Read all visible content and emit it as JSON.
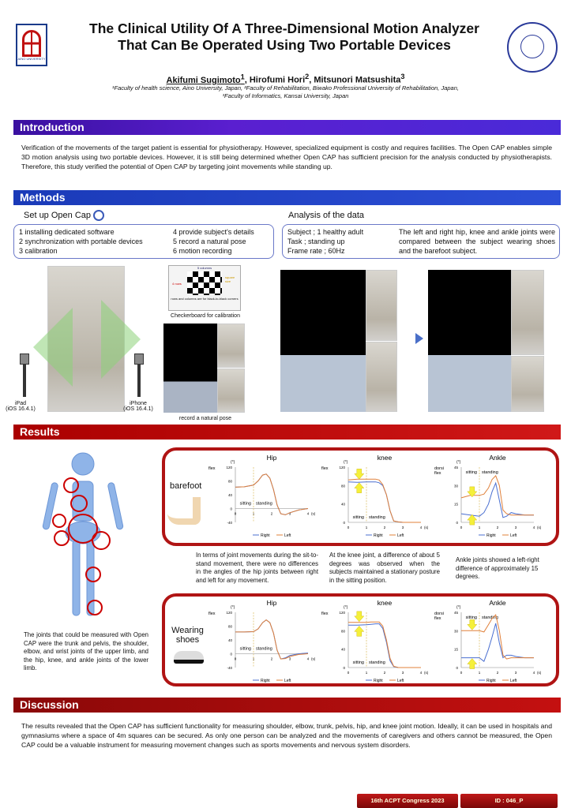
{
  "header": {
    "title_line1": "The Clinical Utility Of A Three-Dimensional Motion Analyzer",
    "title_line2": "That Can Be Operated Using Two Portable Devices",
    "left_logo_text": "AINO UNIVERSITY",
    "authors": [
      {
        "name": "Akifumi Sugimoto",
        "sup": "1"
      },
      {
        "name": "Hirofumi Hori",
        "sup": "2"
      },
      {
        "name": "Mitsunori Matsushita",
        "sup": "3"
      }
    ],
    "affiliation_line1": "¹Faculty of health science, Aino University, Japan, ²Faculty of Rehabilitation, Biwako Professional University of Rehabilitation, Japan,",
    "affiliation_line2": "³Faculty of Informatics, Kansai University, Japan"
  },
  "introduction": {
    "heading": "Introduction",
    "text": "Verification of the movements of the target patient is essential for physiotherapy. However, specialized equipment is costly and requires facilities. The Open CAP enables simple 3D motion analysis using two portable devices. However, it is still being determined whether Open CAP has sufficient precision for the analysis conducted by physiotherapists. Therefore, this study verified the potential of Open CAP by targeting joint movements while standing up."
  },
  "methods": {
    "heading": "Methods",
    "setup_title": "Set up Open Cap",
    "steps": [
      "1 installing dedicated software",
      "2 synchronization with portable devices",
      "3 calibration",
      "4 provide subject's details",
      "5 record a natural pose",
      "6 motion recording"
    ],
    "analysis_title": "Analysis of the data",
    "subject": "Subject ; 1 healthy adult",
    "task": "Task  ; standing up",
    "frame_rate": "Frame rate ; 60Hz",
    "analysis_text": "The left and right hip, knee and ankle joints were compared between the subject wearing shoes and the barefoot subject.",
    "ipad_label": "iPad",
    "ipad_os": "(iOS 16.4.1)",
    "iphone_label": "iPhone",
    "iphone_os": "(iOS 16.4.1)",
    "checker_cols": "5 columns",
    "checker_rows": "4 rows",
    "checker_square": "square size",
    "checker_note": "rows and columns are for black-to-black corners",
    "checker_caption": "Checkerboard for calibration",
    "pose_caption": "record a natural pose"
  },
  "results": {
    "heading": "Results",
    "body_text": "The joints that could be measured with Open CAP were the trunk and pelvis, the shoulder, elbow, and wrist joints of the upper limb, and the hip, knee, and ankle joints of the lower limb.",
    "barefoot_label": "barefoot",
    "shoes_label": "Wearing shoes",
    "desc_hip": "In terms of joint movements during the sit-to-stand movement, there were no differences in the angles of the hip joints between right and left for any movement.",
    "desc_knee": "At the knee joint, a difference of about 5 degrees was observed when the subjects maintained a stationary posture in the sitting position.",
    "desc_ankle": "Ankle joints showed a left-right difference of approximately 15 degrees."
  },
  "chart_data": [
    {
      "type": "line",
      "title": "Hip",
      "condition": "barefoot",
      "ylabel": "flex",
      "unit": "(°)",
      "xunit": "(s)",
      "ylim": [
        -40,
        120
      ],
      "yticks": [
        -40,
        0,
        40,
        80,
        120
      ],
      "xticks": [
        0,
        1,
        2,
        3,
        4
      ],
      "phase_labels": [
        "sitting",
        "standing"
      ],
      "x": [
        0,
        0.5,
        1,
        1.25,
        1.5,
        1.7,
        1.9,
        2.1,
        2.3,
        2.5,
        2.75,
        3,
        3.5,
        4
      ],
      "series": [
        {
          "name": "Right",
          "values": [
            62,
            63,
            68,
            80,
            97,
            100,
            88,
            55,
            10,
            -15,
            -18,
            -12,
            -4,
            0
          ]
        },
        {
          "name": "Left",
          "values": [
            62,
            63,
            68,
            80,
            97,
            100,
            88,
            55,
            10,
            -15,
            -18,
            -12,
            -4,
            0
          ]
        }
      ]
    },
    {
      "type": "line",
      "title": "knee",
      "condition": "barefoot",
      "ylabel": "flex",
      "unit": "(°)",
      "xunit": "(s)",
      "ylim": [
        0,
        120
      ],
      "yticks": [
        0,
        40,
        80,
        120
      ],
      "xticks": [
        0,
        1,
        2,
        3,
        4
      ],
      "phase_labels": [
        "sitting",
        "standing"
      ],
      "x": [
        0,
        0.5,
        1,
        1.25,
        1.5,
        1.7,
        1.9,
        2.1,
        2.3,
        2.5,
        2.75,
        3,
        3.5,
        4
      ],
      "series": [
        {
          "name": "Right",
          "values": [
            88,
            87,
            88,
            88,
            88,
            86,
            80,
            60,
            25,
            3,
            1,
            0,
            0,
            0
          ]
        },
        {
          "name": "Left",
          "values": [
            92,
            94,
            94,
            94,
            94,
            92,
            82,
            60,
            25,
            3,
            1,
            0,
            0,
            0
          ]
        }
      ]
    },
    {
      "type": "line",
      "title": "Ankle",
      "condition": "barefoot",
      "ylabel": "dorsi flex",
      "unit": "(°)",
      "xunit": "(s)",
      "ylim": [
        0,
        45
      ],
      "yticks": [
        0,
        15,
        30,
        45
      ],
      "xticks": [
        0,
        1,
        2,
        3,
        4
      ],
      "phase_labels": [
        "sitting",
        "standing"
      ],
      "x": [
        0,
        0.5,
        1,
        1.25,
        1.5,
        1.7,
        1.9,
        2.1,
        2.3,
        2.5,
        2.75,
        3,
        3.5,
        4
      ],
      "series": [
        {
          "name": "Right",
          "values": [
            7,
            6,
            5,
            8,
            15,
            25,
            32,
            18,
            4,
            5,
            8,
            7,
            6,
            6
          ]
        },
        {
          "name": "Left",
          "values": [
            20,
            22,
            22,
            23,
            28,
            35,
            38,
            30,
            10,
            7,
            6,
            6,
            6,
            6
          ]
        }
      ]
    },
    {
      "type": "line",
      "title": "Hip",
      "condition": "Wearing shoes",
      "ylabel": "flex",
      "unit": "(°)",
      "xunit": "(s)",
      "ylim": [
        -40,
        120
      ],
      "yticks": [
        -40,
        0,
        40,
        80,
        120
      ],
      "xticks": [
        0,
        1,
        2,
        3,
        4
      ],
      "phase_labels": [
        "sitting",
        "standing"
      ],
      "x": [
        0,
        0.5,
        1,
        1.25,
        1.5,
        1.7,
        1.9,
        2.1,
        2.3,
        2.5,
        2.75,
        3,
        3.5,
        4
      ],
      "series": [
        {
          "name": "Right",
          "values": [
            63,
            63,
            64,
            72,
            90,
            98,
            90,
            60,
            10,
            -15,
            -12,
            -5,
            0,
            2
          ]
        },
        {
          "name": "Left",
          "values": [
            63,
            63,
            64,
            72,
            90,
            98,
            90,
            60,
            10,
            -15,
            -14,
            -8,
            -2,
            0
          ]
        }
      ]
    },
    {
      "type": "line",
      "title": "knee",
      "condition": "Wearing shoes",
      "ylabel": "flex",
      "unit": "(°)",
      "xunit": "(s)",
      "ylim": [
        0,
        120
      ],
      "yticks": [
        0,
        40,
        80,
        120
      ],
      "xticks": [
        0,
        1,
        2,
        3,
        4
      ],
      "phase_labels": [
        "sitting",
        "standing"
      ],
      "x": [
        0,
        0.5,
        1,
        1.25,
        1.5,
        1.7,
        1.9,
        2.1,
        2.3,
        2.5,
        2.75,
        3,
        3.5,
        4
      ],
      "series": [
        {
          "name": "Right",
          "values": [
            92,
            92,
            93,
            94,
            95,
            95,
            85,
            55,
            15,
            2,
            0,
            0,
            0,
            0
          ]
        },
        {
          "name": "Left",
          "values": [
            98,
            98,
            98,
            99,
            99,
            99,
            90,
            60,
            20,
            3,
            0,
            0,
            0,
            0
          ]
        }
      ]
    },
    {
      "type": "line",
      "title": "Ankle",
      "condition": "Wearing shoes",
      "ylabel": "dorsi flex",
      "unit": "(°)",
      "xunit": "(s)",
      "ylim": [
        0,
        45
      ],
      "yticks": [
        0,
        15,
        30,
        45
      ],
      "xticks": [
        0,
        1,
        2,
        3,
        4
      ],
      "phase_labels": [
        "sitting",
        "standing"
      ],
      "x": [
        0,
        0.5,
        1,
        1.25,
        1.5,
        1.7,
        1.9,
        2.1,
        2.3,
        2.5,
        2.75,
        3,
        3.5,
        4
      ],
      "series": [
        {
          "name": "Right",
          "values": [
            8,
            8,
            8,
            5,
            15,
            25,
            36,
            20,
            8,
            10,
            10,
            9,
            8,
            8
          ]
        },
        {
          "name": "Left",
          "values": [
            30,
            30,
            30,
            29,
            35,
            40,
            43,
            30,
            10,
            7,
            8,
            8,
            8,
            8
          ]
        }
      ]
    }
  ],
  "discussion": {
    "heading": "Discussion",
    "text": "The results revealed that the Open CAP has sufficient functionality for measuring shoulder, elbow, trunk, pelvis, hip, and knee joint motion. Ideally, it can be used in hospitals and gymnasiums where a space of 4m squares can be secured. As only one person can be analyzed and the movements of caregivers and others cannot be measured, the Open CAP could be a valuable instrument for measuring movement changes such as sports movements and nervous system disorders."
  },
  "footer": {
    "congress": "16th ACPT Congress 2023",
    "id": "ID : 046_P"
  },
  "colors": {
    "intro_bar": "#5a1fd0",
    "methods_bar": "#2c4fd6",
    "results_bar": "#c41010",
    "right_line": "#4a6fd0",
    "left_line": "#e0803a",
    "accent_yellow": "#f5f03a"
  }
}
